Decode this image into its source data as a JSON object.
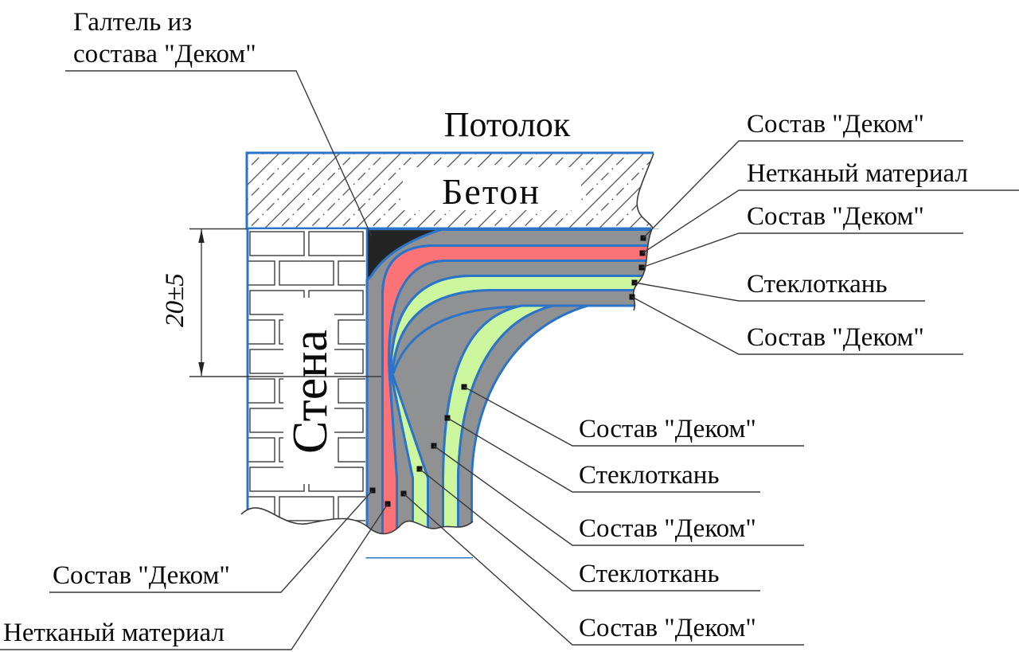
{
  "note_fillet": {
    "line1": "Галтель из",
    "line2": "состава \"Деком\""
  },
  "ceiling_label": "Потолок",
  "concrete_label": "Бетон",
  "wall_label": "Стена",
  "dimension_value": "20±5",
  "labels_top_right": [
    {
      "text": "Состав \"Деком\""
    },
    {
      "text": "Нетканый материал"
    },
    {
      "text": "Состав \"Деком\""
    },
    {
      "text": "Стеклоткань"
    },
    {
      "text": "Состав \"Деком\""
    }
  ],
  "labels_bottom_right": [
    {
      "text": "Состав \"Деком\""
    },
    {
      "text": "Стеклоткань"
    },
    {
      "text": "Состав \"Деком\""
    },
    {
      "text": "Стеклоткань"
    },
    {
      "text": "Состав \"Деком\""
    }
  ],
  "labels_bottom_left": [
    {
      "text": "Состав \"Деком\""
    },
    {
      "text": "Нетканый материал"
    }
  ],
  "layers": {
    "ceiling_stack_outward": [
      "Состав \"Деком\"",
      "Нетканый материал",
      "Состав \"Деком\"",
      "Стеклоткань",
      "Состав \"Деком\""
    ],
    "wall_stack_outward": [
      "Состав \"Деком\"",
      "Нетканый материал",
      "Состав \"Деком\"",
      "Стеклоткань",
      "Состав \"Деком\"",
      "Стеклоткань",
      "Состав \"Деком\""
    ]
  },
  "colors": {
    "dekom_gray": "#8f9192",
    "nonwoven_red": "#fb7377",
    "fiberglass_green": "#ccf79e",
    "separator_blue": "#2b74c8",
    "outline_blue": "#2e86d8",
    "fillet_black": "#242424",
    "line_dark": "#3a3a3a",
    "background": "#ffffff"
  }
}
